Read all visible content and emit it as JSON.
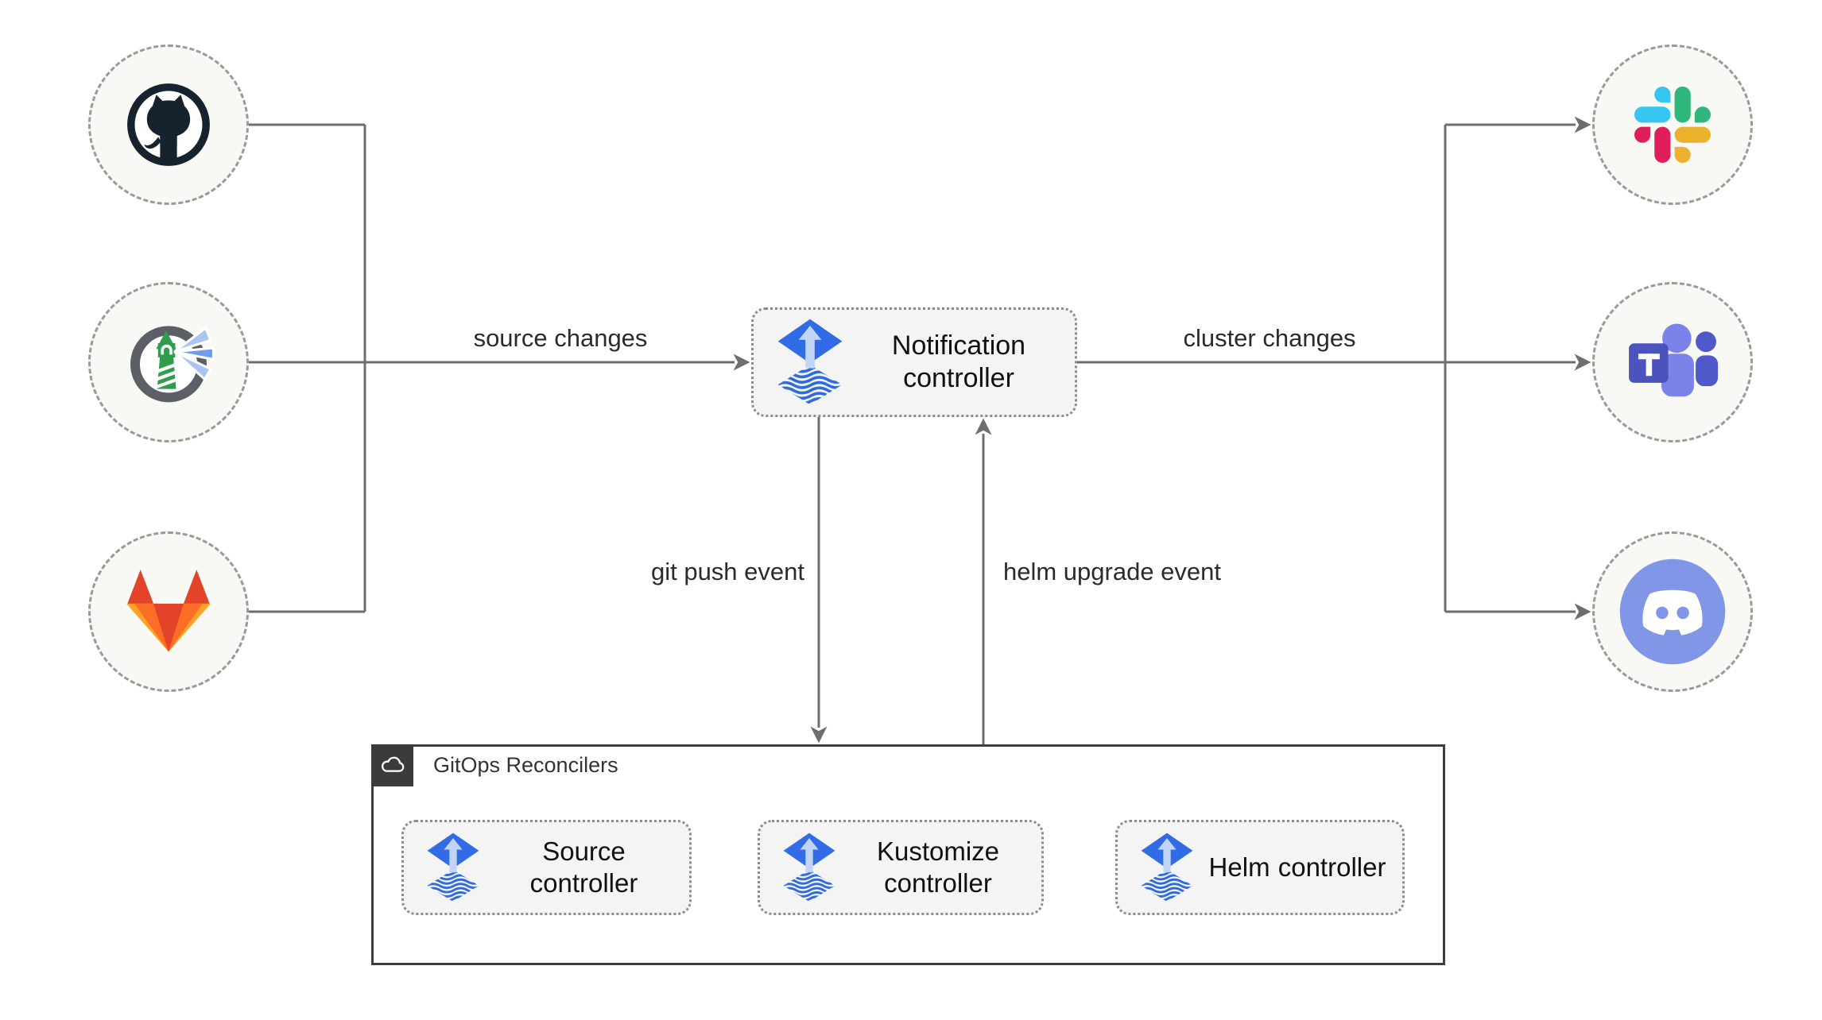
{
  "nodes": {
    "notification": {
      "label": "Notification controller",
      "icon": "flux-icon"
    },
    "source": {
      "label": "Source controller",
      "icon": "flux-icon"
    },
    "kustomize": {
      "label": "Kustomize controller",
      "icon": "flux-icon"
    },
    "helm": {
      "label": "Helm controller",
      "icon": "flux-icon"
    }
  },
  "source_nodes": [
    {
      "id": "github",
      "icon": "github-icon"
    },
    {
      "id": "harbor",
      "icon": "harbor-icon"
    },
    {
      "id": "gitlab",
      "icon": "gitlab-icon"
    }
  ],
  "target_nodes": [
    {
      "id": "slack",
      "icon": "slack-icon"
    },
    {
      "id": "teams",
      "icon": "teams-icon"
    },
    {
      "id": "discord",
      "icon": "discord-icon"
    }
  ],
  "edge_labels": {
    "source_changes": "source changes",
    "cluster_changes": "cluster changes",
    "git_push": "git push event",
    "helm_upgrade": "helm upgrade event"
  },
  "group": {
    "label": "GitOps Reconcilers",
    "icon": "cloud-icon"
  },
  "colors": {
    "flux_blue": "#316ce6",
    "flux_arrow_light": "#c3d5f6",
    "connector_line": "#6e6e6e",
    "box_fill": "#f4f4f4",
    "circle_fill": "#f8f8f5",
    "circle_border": "#9a9a9a",
    "group_border": "#3d3d3d",
    "badge_bg": "#3b3b3b",
    "github": "#16222e",
    "gitlab": [
      "#e24329",
      "#fc6d26",
      "#fca326"
    ],
    "harbor": [
      "#5c6066",
      "#2f9e4c",
      "#6f9ceb",
      "#aac4f3"
    ],
    "slack": [
      "#36C5F0",
      "#2EB67D",
      "#ECB22E",
      "#E01E5A"
    ],
    "teams": [
      "#4b53bc",
      "#7b83eb",
      "#5059c9"
    ],
    "discord": "#8296e8"
  }
}
